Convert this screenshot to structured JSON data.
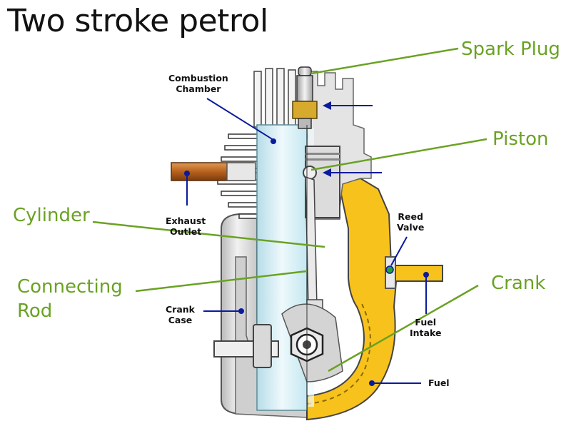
{
  "title": "Two stroke petrol",
  "labels": {
    "spark_plug": "Spark Plug",
    "piston": "Piston",
    "cylinder": "Cylinder",
    "connecting_rod": [
      "Connecting",
      "Rod"
    ],
    "crank": "Crank"
  },
  "parts": {
    "combustion_chamber": [
      "Combustion",
      "Chamber"
    ],
    "exhaust_outlet": [
      "Exhaust",
      "Outlet"
    ],
    "reed_valve": [
      "Reed",
      "Valve"
    ],
    "crank_case": [
      "Crank",
      "Case"
    ],
    "fuel_intake": [
      "Fuel",
      "Intake"
    ],
    "fuel": "Fuel"
  },
  "colors": {
    "title": "#111111",
    "label_green": "#6aa223",
    "pointer_blue": "#0a1a9c",
    "fuel_yellow": "#f7c21b",
    "cylinder_cyan": "#d8f1f7",
    "metal_grey": "#d2d2d2",
    "exhaust_copper": "#b8611c"
  }
}
